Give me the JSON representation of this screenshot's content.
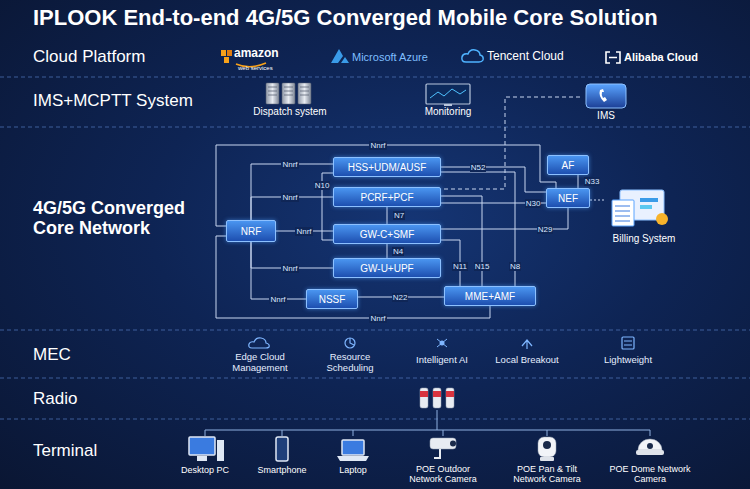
{
  "diagram": {
    "title": "IPLOOK End-to-end 4G/5G Converged Mobile Core Solution",
    "nodes": [
      {
        "text": [
          "IMS"
        ]
      },
      {
        "text": [
          "HSS+UDM/AUSF"
        ]
      },
      {
        "text": [
          "AF"
        ]
      },
      {
        "text": [
          "PCRF+PCF"
        ]
      },
      {
        "text": [
          "NEF"
        ]
      },
      {
        "text": [
          "NRF"
        ]
      },
      {
        "text": [
          "GW-C+SMF"
        ]
      },
      {
        "text": [
          "Billing System"
        ]
      },
      {
        "text": [
          "GW-U+UPF"
        ]
      },
      {
        "text": [
          "NSSF"
        ]
      },
      {
        "text": [
          "MME+AMF"
        ]
      }
    ],
    "edges": [
      {
        "from": 5,
        "to": 1,
        "label": "Nnrf",
        "arrow": "none"
      },
      {
        "from": 5,
        "to": 3,
        "label": "Nnrf",
        "arrow": "none"
      },
      {
        "from": 5,
        "to": 6,
        "label": "Nnrf",
        "arrow": "none"
      },
      {
        "from": 5,
        "to": 8,
        "label": "Nnrf",
        "arrow": "none"
      },
      {
        "from": 5,
        "to": 9,
        "label": "Nnrf",
        "arrow": "none"
      },
      {
        "from": 5,
        "to": 4,
        "label": "Nnrf",
        "arrow": "none"
      },
      {
        "from": 5,
        "to": 10,
        "label": "Nnrf",
        "arrow": "none"
      },
      {
        "from": 1,
        "to": 4,
        "label": "N52",
        "arrow": "none"
      },
      {
        "from": 1,
        "to": 6,
        "label": "N10",
        "arrow": "none"
      },
      {
        "from": 3,
        "to": 4,
        "label": "N30",
        "arrow": "none"
      },
      {
        "from": 3,
        "to": 6,
        "label": "N7",
        "arrow": "none"
      },
      {
        "from": 6,
        "to": 8,
        "label": "N4",
        "arrow": "none"
      },
      {
        "from": 6,
        "to": 10,
        "label": "N11",
        "arrow": "none"
      },
      {
        "from": 3,
        "to": 10,
        "label": "N15",
        "arrow": "none"
      },
      {
        "from": 1,
        "to": 10,
        "label": "N8",
        "arrow": "none"
      },
      {
        "from": 9,
        "to": 10,
        "label": "N22",
        "arrow": "none"
      },
      {
        "from": 2,
        "to": 4,
        "label": "N33",
        "arrow": "none"
      },
      {
        "from": 4,
        "to": 6,
        "label": "N29",
        "arrow": "none"
      },
      {
        "from": 0,
        "to": 3,
        "arrow": "none"
      },
      {
        "from": 4,
        "to": 7,
        "arrow": "none"
      }
    ],
    "labels": [
      "Cloud Platform",
      "amazon",
      "web services",
      "Microsoft Azure",
      "Tencent Cloud",
      "Alibaba Cloud",
      "IMS+MCPTT System",
      "Dispatch system",
      "Monitoring",
      "4G/5G Converged Core Network",
      "MEC",
      "Edge Cloud Management",
      "Resource Scheduling",
      "Intelligent AI",
      "Local Breakout",
      "Lightweight",
      "Radio",
      "Terminal",
      "Desktop PC",
      "Smartphone",
      "Laptop",
      "POE Outdoor Network Camera",
      "POE Pan & Tilt Network Camera",
      "POE Dome Network Camera"
    ]
  }
}
